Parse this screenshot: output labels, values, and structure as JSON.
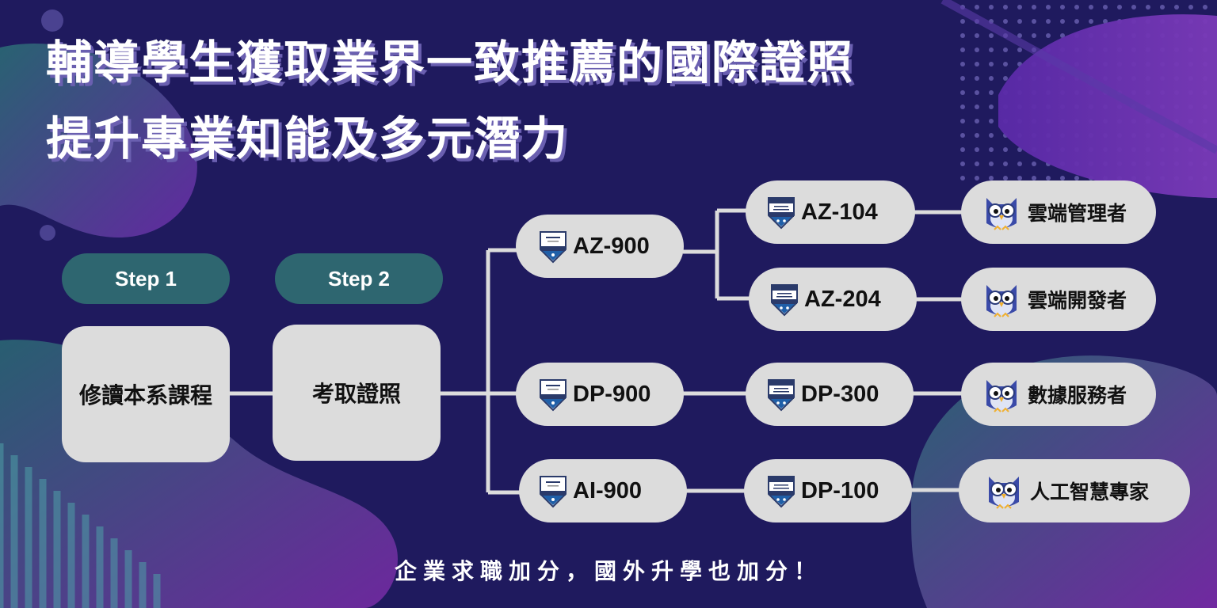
{
  "colors": {
    "background": "#1f1a5e",
    "step_pill": "#2e6670",
    "node": "#dcdcdc",
    "connector": "#dcdcdc",
    "text_light": "#ffffff",
    "text_dark": "#111111"
  },
  "title": {
    "line1": "輔導學生獲取業界一致推薦的國際證照",
    "line2": "提升專業知能及多元潛力"
  },
  "steps": [
    {
      "label": "Step 1",
      "box": "修讀本系課程"
    },
    {
      "label": "Step 2",
      "box": "考取證照"
    }
  ],
  "fundamentals": [
    {
      "code": "AZ-900",
      "badge": "fundamentals-badge-icon"
    },
    {
      "code": "DP-900",
      "badge": "fundamentals-badge-icon"
    },
    {
      "code": "AI-900",
      "badge": "fundamentals-badge-icon"
    }
  ],
  "associates": [
    {
      "code": "AZ-104",
      "badge": "associate-badge-icon"
    },
    {
      "code": "AZ-204",
      "badge": "associate-badge-icon"
    },
    {
      "code": "DP-300",
      "badge": "associate-badge-icon"
    },
    {
      "code": "DP-100",
      "badge": "associate-badge-icon"
    }
  ],
  "roles": [
    {
      "label": "雲端管理者",
      "icon": "owl-mascot-icon"
    },
    {
      "label": "雲端開發者",
      "icon": "owl-mascot-icon"
    },
    {
      "label": "數據服務者",
      "icon": "owl-mascot-icon"
    },
    {
      "label": "人工智慧專家",
      "icon": "owl-mascot-icon"
    }
  ],
  "footer": "企業求職加分，國外升學也加分！"
}
